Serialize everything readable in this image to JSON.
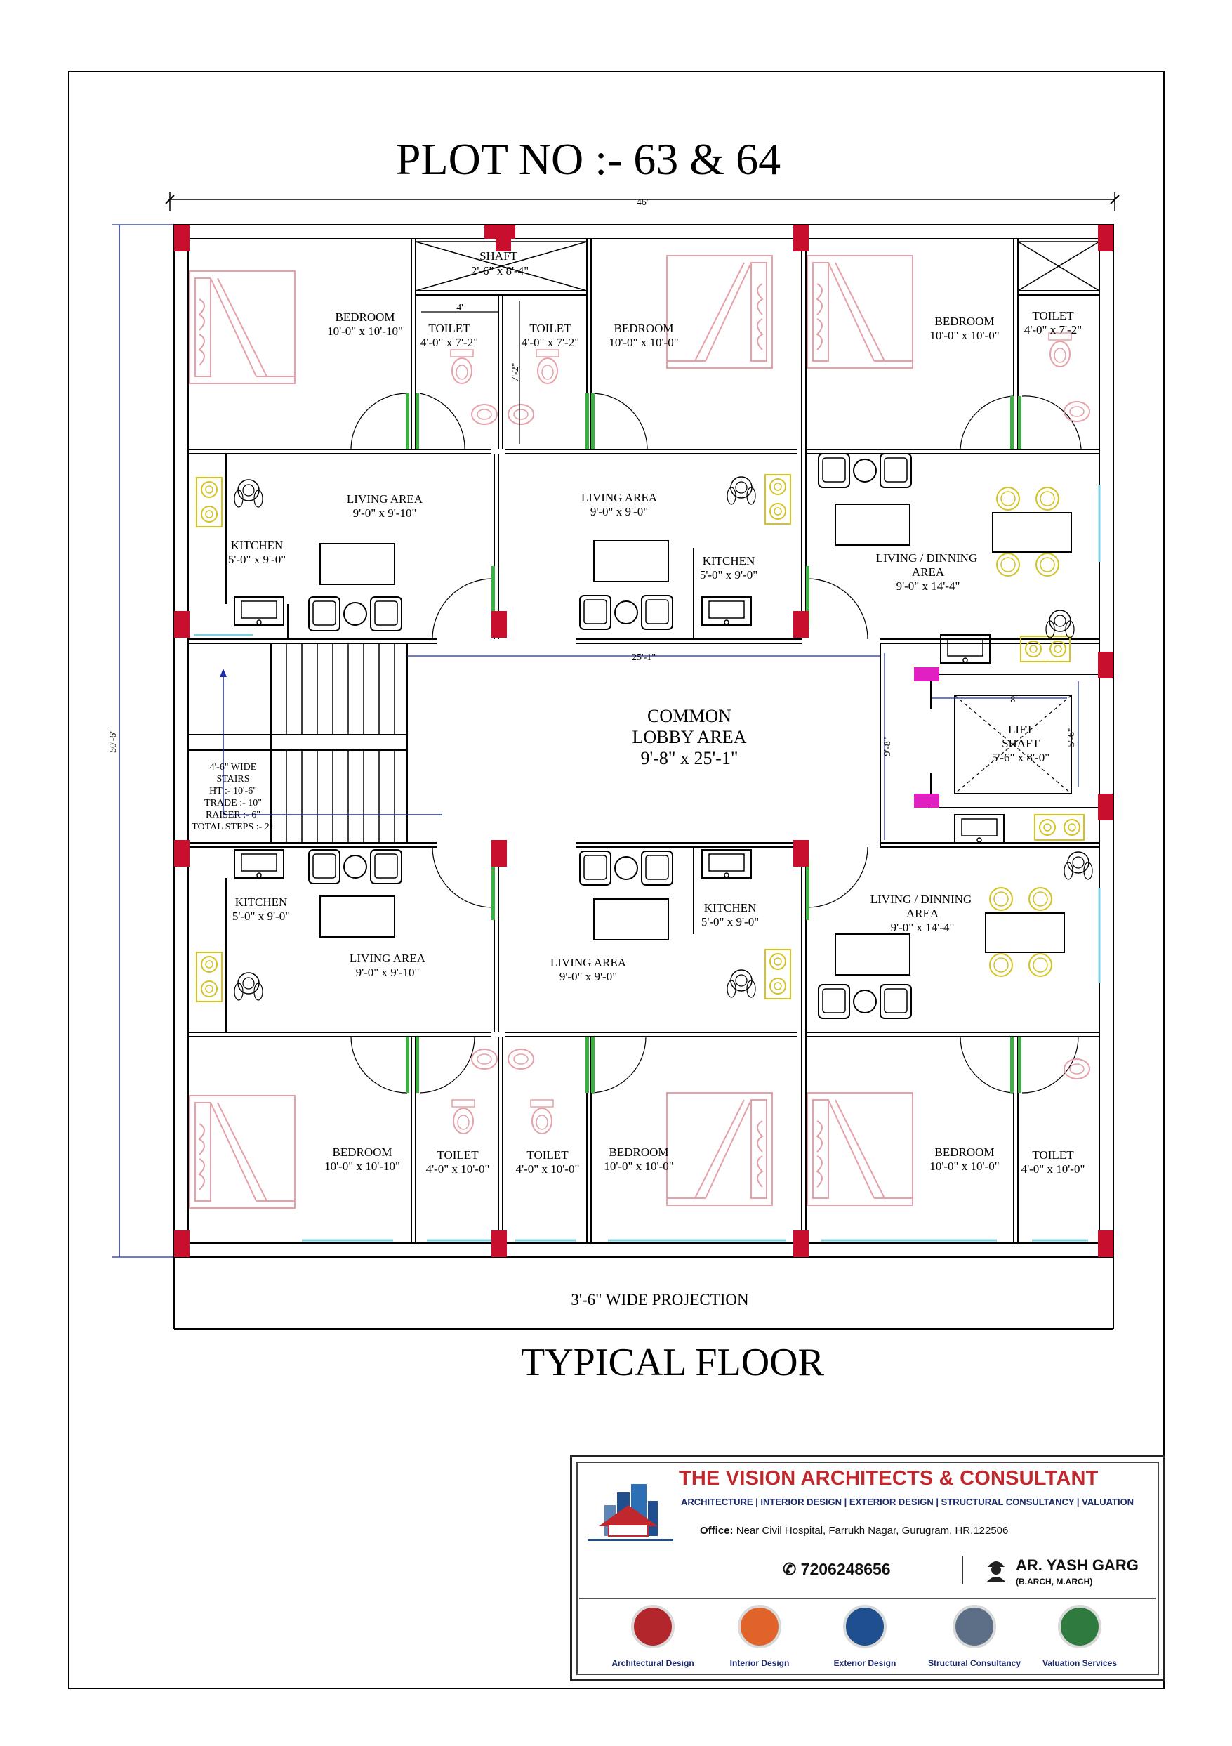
{
  "title": "PLOT NO :- 63 & 64",
  "footer_title": "TYPICAL  FLOOR",
  "dimensions": {
    "overall_width": "46'",
    "overall_depth": "50'-6\"",
    "lobby_width": "25'-1\"",
    "lobby_depth": "9'-8\"",
    "lift_width": "8'",
    "lift_depth": "5'-6\"",
    "toilet_width": "4'",
    "toilet_depth": "7'-2\""
  },
  "rooms": {
    "bedroom": "BEDROOM",
    "toilet": "TOILET",
    "kitchen": "KITCHEN",
    "living": "LIVING AREA",
    "living_dining_1": "LIVING / DINNING",
    "living_dining_2": "AREA",
    "shaft": "SHAFT",
    "lift_1": "LIFT",
    "lift_2": "SHAFT",
    "lobby_1": "COMMON",
    "lobby_2": "LOBBY AREA"
  },
  "sizes": {
    "bed_10x1010": "10'-0\" x 10'-10\"",
    "bed_10x10": "10'-0\" x 10'-0\"",
    "toilet_4x72": "4'-0\" x 7'-2\"",
    "toilet_4x10": "4'-0\" x 10'-0\"",
    "kitchen_5x9": "5'-0\" x 9'-0\"",
    "living_9x910": "9'-0\" x 9'-10\"",
    "living_9x9": "9'-0\" x 9'-0\"",
    "living_9x144": "9'-0\" x 14'-4\"",
    "shaft": "2'-6\" x 8'-4\"",
    "lift": "5'-6\" x 8'-0\"",
    "lobby": "9'-8\" x 25'-1\""
  },
  "stairs": {
    "line1": "4'-6\" WIDE",
    "line2": "STAIRS",
    "line3": "HT :- 10'-6\"",
    "line4": "TRADE :- 10\"",
    "line5": "RAISER :- 6\"",
    "line6": "TOTAL STEPS :- 21"
  },
  "projection": "3'-6\"  WIDE  PROJECTION",
  "firm": {
    "name": "THE VISION ARCHITECTS & CONSULTANT",
    "services_line": "ARCHITECTURE | INTERIOR DESIGN | EXTERIOR DESIGN | STRUCTURAL CONSULTANCY | VALUATION",
    "office_label": "Office:",
    "office_address": "Near Civil Hospital, Farrukh Nagar, Gurugram, HR.122506",
    "phone": "7206248656",
    "architect": "AR. YASH GARG",
    "degrees": "(B.ARCH, M.ARCH)",
    "services": [
      {
        "label": "Architectural Design",
        "color": "#b3262c"
      },
      {
        "label": "Interior Design",
        "color": "#e0642a"
      },
      {
        "label": "Exterior Design",
        "color": "#1f4f8f"
      },
      {
        "label": "Structural Consultancy",
        "color": "#5d6f86"
      },
      {
        "label": "Valuation Services",
        "color": "#2f7a3f"
      }
    ]
  },
  "colors": {
    "column": "#c8102e",
    "furniture": "#e6a0a8",
    "burner": "#d4c31f",
    "glass": "#7fd0e0",
    "door_leaf": "#3cb043",
    "lift_mark": "#e020c0",
    "dimension": "#1c2aa8"
  }
}
